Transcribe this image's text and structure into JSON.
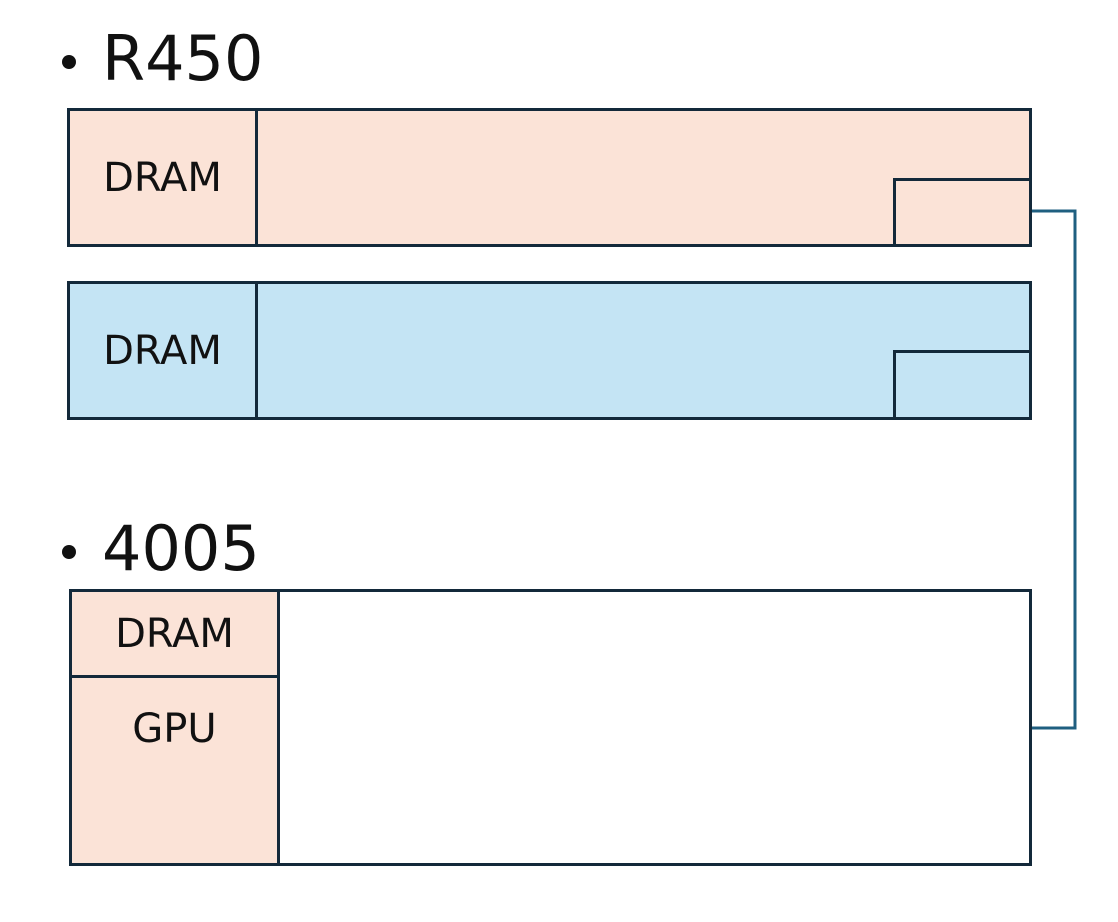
{
  "colors": {
    "border": "#13293a",
    "peach": "#fbe3d7",
    "light_blue": "#c4e4f4",
    "white": "#ffffff",
    "connector": "#1f5f80",
    "text": "#111111"
  },
  "sections": [
    {
      "title": "R450"
    },
    {
      "title": "4005"
    }
  ],
  "r450": {
    "server1": {
      "dram_label": "DRAM",
      "fill": "peach"
    },
    "server2": {
      "dram_label": "DRAM",
      "fill": "light_blue"
    }
  },
  "unit_4005": {
    "dram_label": "DRAM",
    "gpu_label": "GPU"
  }
}
